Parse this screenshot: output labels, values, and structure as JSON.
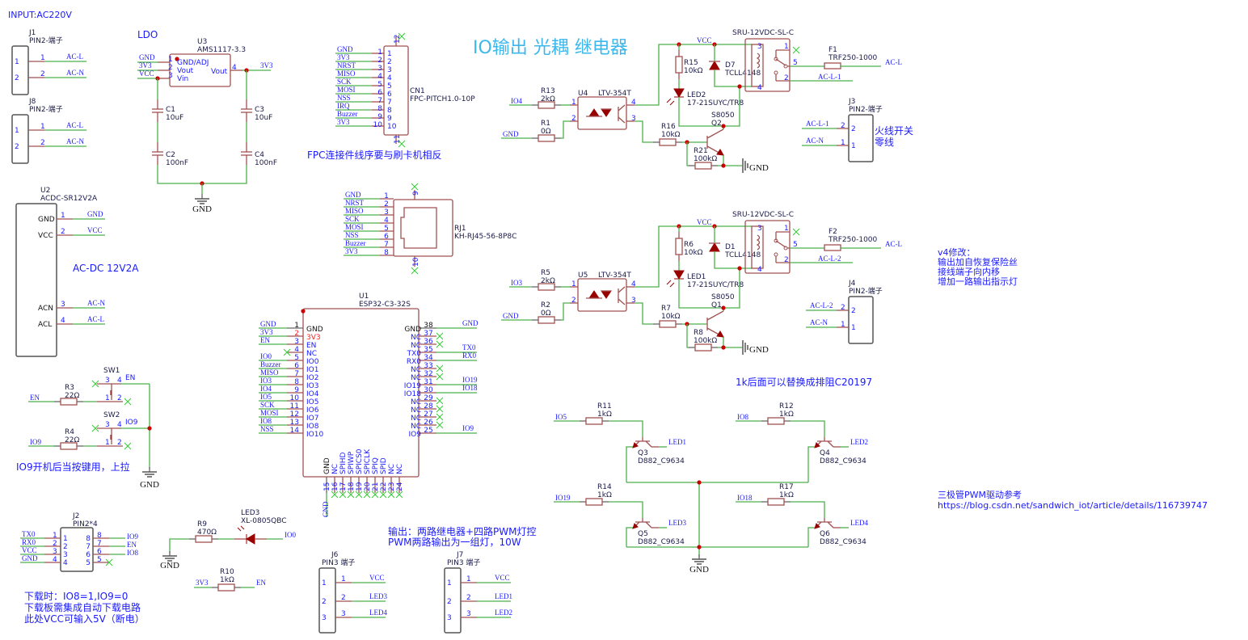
{
  "title": "IO输出 光耦 继电器",
  "notes": {
    "input": "INPUT:AC220V",
    "ldo": "LDO",
    "fpc": "FPC连接件线序要与刷卡机相反",
    "acdc": "AC-DC 12V2A",
    "io9": "IO9开机后当按键用，上拉",
    "download": [
      "下载时：IO8=1,IO9=0",
      "下载板需集成自动下载电路",
      "此处VCC可输入5V（断电）"
    ],
    "output": [
      "输出：两路继电器+四路PWM灯控",
      "PWM两路输出为一组灯，10W"
    ],
    "resistor": "1k后面可以替换成排阻C20197",
    "v4": [
      "v4修改：",
      "输出加自恢复保险丝",
      "接线端子向内移",
      "增加一路输出指示灯"
    ],
    "pwm_ref": [
      "三极管PWM驱动参考",
      "https://blog.csdn.net/sandwich_iot/article/details/116739747"
    ]
  },
  "colors": {
    "wire": "#4cb04c",
    "pin": "#a05050",
    "net_label": "#1a1aff",
    "title": "#3cb8ec",
    "junction": "#cc0000",
    "no_connect": "#33cc33"
  },
  "j1": {
    "ref": "J1",
    "value": "PIN2-端子",
    "pins": [
      "1",
      "2"
    ],
    "nets": [
      "AC-L",
      "AC-N"
    ]
  },
  "j8": {
    "ref": "J8",
    "value": "PIN2-端子",
    "pins": [
      "1",
      "2"
    ],
    "nets": [
      "AC-L",
      "AC-N"
    ]
  },
  "u2": {
    "ref": "U2",
    "value": "ACDC-SR12V2A",
    "pin_names": [
      "GND",
      "VCC",
      "ACN",
      "ACL"
    ],
    "pins": [
      "1",
      "2",
      "3",
      "4"
    ],
    "nets": [
      "GND",
      "VCC",
      "AC-N",
      "AC-L"
    ]
  },
  "u3": {
    "ref": "U3",
    "value": "AMS1117-3.3",
    "left_pin_names": [
      "GND/ADJ",
      "Vout",
      "Vin"
    ],
    "right_pin_name": "Vout",
    "pins": [
      "1",
      "2",
      "3",
      "4"
    ],
    "nets": [
      "GND",
      "3V3",
      "VCC",
      "3V3"
    ]
  },
  "caps": [
    {
      "ref": "C1",
      "value": "10uF"
    },
    {
      "ref": "C2",
      "value": "100nF"
    },
    {
      "ref": "C3",
      "value": "10uF"
    },
    {
      "ref": "C4",
      "value": "100nF"
    }
  ],
  "ldo_gnd": "GND",
  "cn1": {
    "ref": "CN1",
    "value": "FPC-PITCH1.0-10P",
    "pins": [
      "1",
      "2",
      "3",
      "4",
      "5",
      "6",
      "7",
      "8",
      "9",
      "10"
    ],
    "nets": [
      "GND",
      "3V3",
      "NRST",
      "MISO",
      "SCK",
      "MOSI",
      "NSS",
      "IRQ",
      "Buzzer",
      "3V3"
    ],
    "extra_pins": [
      "12",
      "11"
    ]
  },
  "rj1": {
    "ref": "RJ1",
    "value": "KH-RJ45-56-8P8C",
    "pins": [
      "1",
      "2",
      "3",
      "4",
      "5",
      "6",
      "7",
      "8"
    ],
    "nets": [
      "GND",
      "NRST",
      "MISO",
      "SCK",
      "MOSI",
      "NSS",
      "Buzzer",
      "3V3"
    ],
    "extra_pins": [
      "9",
      "10"
    ]
  },
  "u1": {
    "ref": "U1",
    "value": "ESP32-C3-32S",
    "left_pins": [
      "1",
      "2",
      "3",
      "4",
      "5",
      "6",
      "7",
      "8",
      "9",
      "10",
      "11",
      "12",
      "13",
      "14"
    ],
    "left_names": [
      "GND",
      "3V3",
      "EN",
      "NC",
      "IO0",
      "IO1",
      "IO2",
      "IO3",
      "IO4",
      "IO5",
      "IO6",
      "IO7",
      "IO8",
      "IO10"
    ],
    "left_nets": [
      "GND",
      "3V3",
      "EN",
      "",
      "IO0",
      "Buzzer",
      "MISO",
      "IO3",
      "IO4",
      "IO5",
      "SCK",
      "MOSI",
      "IO8",
      "NSS"
    ],
    "right_pins": [
      "38",
      "37",
      "36",
      "35",
      "34",
      "33",
      "32",
      "31",
      "30",
      "29",
      "28",
      "27",
      "26",
      "25"
    ],
    "right_names": [
      "GND",
      "NC",
      "NC",
      "TX0",
      "RX0",
      "NC",
      "NC",
      "IO19",
      "IO18",
      "NC",
      "NC",
      "NC",
      "NC",
      "IO9"
    ],
    "right_nets": [
      "GND",
      "",
      "",
      "TX0",
      "RX0",
      "",
      "",
      "IO19",
      "IO18",
      "",
      "",
      "",
      "",
      "IO9"
    ],
    "bottom_pins": [
      "15",
      "16",
      "17",
      "18",
      "19",
      "20",
      "21",
      "22",
      "23",
      "24"
    ],
    "bottom_names": [
      "GND",
      "NC",
      "SPIHD",
      "SPIWP",
      "SPICS0",
      "SPICLK",
      "SPIQ",
      "SPID",
      "NC",
      "NC"
    ],
    "bottom_net": "GND"
  },
  "relays": [
    {
      "io_net": "IO4",
      "gnd_net": "GND",
      "r_in": {
        "ref": "R13",
        "value": "2kΩ"
      },
      "r_gnd": {
        "ref": "R1",
        "value": "0Ω"
      },
      "opto": {
        "ref": "U4",
        "value": "LTV-354T",
        "pins": [
          "1",
          "2",
          "4",
          "3"
        ]
      },
      "vcc": "VCC",
      "r_pull": {
        "ref": "R15",
        "value": "10kΩ"
      },
      "diode": {
        "ref": "D7",
        "value": "TCLL4148"
      },
      "led": {
        "ref": "LED2",
        "value": "17-21SUYC/TR8"
      },
      "q": {
        "ref": "Q2",
        "value": "S8050"
      },
      "r_base": {
        "ref": "R16",
        "value": "10kΩ"
      },
      "r_be": {
        "ref": "R21",
        "value": "100kΩ"
      },
      "gnd": "GND",
      "relay": {
        "value": "SRU-12VDC-SL-C",
        "pins": [
          "3",
          "4",
          "1",
          "5",
          "2"
        ]
      },
      "fuse": {
        "ref": "F1",
        "value": "TRF250-1000"
      },
      "out_net": "AC-L",
      "sw_net": "AC-L-1"
    },
    {
      "io_net": "IO3",
      "gnd_net": "GND",
      "r_in": {
        "ref": "R5",
        "value": "2kΩ"
      },
      "r_gnd": {
        "ref": "R2",
        "value": "0Ω"
      },
      "opto": {
        "ref": "U5",
        "value": "LTV-354T",
        "pins": [
          "1",
          "2",
          "4",
          "3"
        ]
      },
      "vcc": "VCC",
      "r_pull": {
        "ref": "R6",
        "value": "10kΩ"
      },
      "diode": {
        "ref": "D1",
        "value": "TCLL4148"
      },
      "led": {
        "ref": "LED1",
        "value": "17-21SUYC/TR8"
      },
      "q": {
        "ref": "Q1",
        "value": "S8050"
      },
      "r_base": {
        "ref": "R7",
        "value": "10kΩ"
      },
      "r_be": {
        "ref": "R8",
        "value": "100kΩ"
      },
      "gnd": "GND",
      "relay": {
        "value": "SRU-12VDC-SL-C",
        "pins": [
          "3",
          "4",
          "1",
          "5",
          "2"
        ]
      },
      "fuse": {
        "ref": "F2",
        "value": "TRF250-1000"
      },
      "out_net": "AC-L",
      "sw_net": "AC-L-2"
    }
  ],
  "j3": {
    "ref": "J3",
    "value": "PIN2-端子",
    "pins": [
      "2",
      "1"
    ],
    "nets": [
      "AC-L-1",
      "AC-N"
    ],
    "labels": [
      "火线开关",
      "零线"
    ]
  },
  "j4": {
    "ref": "J4",
    "value": "PIN2-端子",
    "pins": [
      "2",
      "1"
    ],
    "nets": [
      "AC-L-2",
      "AC-N"
    ]
  },
  "pwm": [
    {
      "net": "IO5",
      "r": {
        "ref": "R11",
        "value": "1kΩ"
      },
      "q": {
        "ref": "Q3",
        "value": "D882_C9634"
      },
      "led": "LED1"
    },
    {
      "net": "IO8",
      "r": {
        "ref": "R12",
        "value": "1kΩ"
      },
      "q": {
        "ref": "Q4",
        "value": "D882_C9634"
      },
      "led": "LED2"
    },
    {
      "net": "IO19",
      "r": {
        "ref": "R14",
        "value": "1kΩ"
      },
      "q": {
        "ref": "Q5",
        "value": "D882_C9634"
      },
      "led": "LED3"
    },
    {
      "net": "IO18",
      "r": {
        "ref": "R17",
        "value": "1kΩ"
      },
      "q": {
        "ref": "Q6",
        "value": "D882_C9634"
      },
      "led": "LED4"
    }
  ],
  "pwm_gnd": "GND",
  "sw": [
    {
      "ref": "SW1",
      "net_label": "EN",
      "pins": [
        "3",
        "4",
        "1",
        "2"
      ],
      "r": {
        "ref": "R3",
        "value": "22Ω"
      },
      "in_net": "EN"
    },
    {
      "ref": "SW2",
      "net_label": "IO9",
      "pins": [
        "3",
        "4",
        "1",
        "2"
      ],
      "r": {
        "ref": "R4",
        "value": "22Ω"
      },
      "in_net": "IO9"
    }
  ],
  "sw_gnd": "GND",
  "j2": {
    "ref": "J2",
    "value": "PIN2*4",
    "left_pins": [
      "1",
      "2",
      "3",
      "4"
    ],
    "right_pins": [
      "8",
      "7",
      "6",
      "5"
    ],
    "left_nets": [
      "TX0",
      "RX0",
      "VCC",
      "GND"
    ],
    "right_nets": [
      "IO9",
      "EN",
      "IO8",
      ""
    ]
  },
  "led3": {
    "r": {
      "ref": "R9",
      "value": "470Ω"
    },
    "led": {
      "ref": "LED3",
      "value": "XL-0805QBC"
    },
    "net": "IO0",
    "gnd": "GND"
  },
  "r10": {
    "ref": "R10",
    "value": "1kΩ",
    "nets": [
      "3V3",
      "EN"
    ]
  },
  "j6": {
    "ref": "J6",
    "value": "PIN3 端子",
    "pins": [
      "1",
      "2",
      "3"
    ],
    "nets": [
      "VCC",
      "LED3",
      "LED4"
    ]
  },
  "j7": {
    "ref": "J7",
    "value": "PIN3 端子",
    "pins": [
      "1",
      "2",
      "3"
    ],
    "nets": [
      "VCC",
      "LED1",
      "LED2"
    ]
  }
}
